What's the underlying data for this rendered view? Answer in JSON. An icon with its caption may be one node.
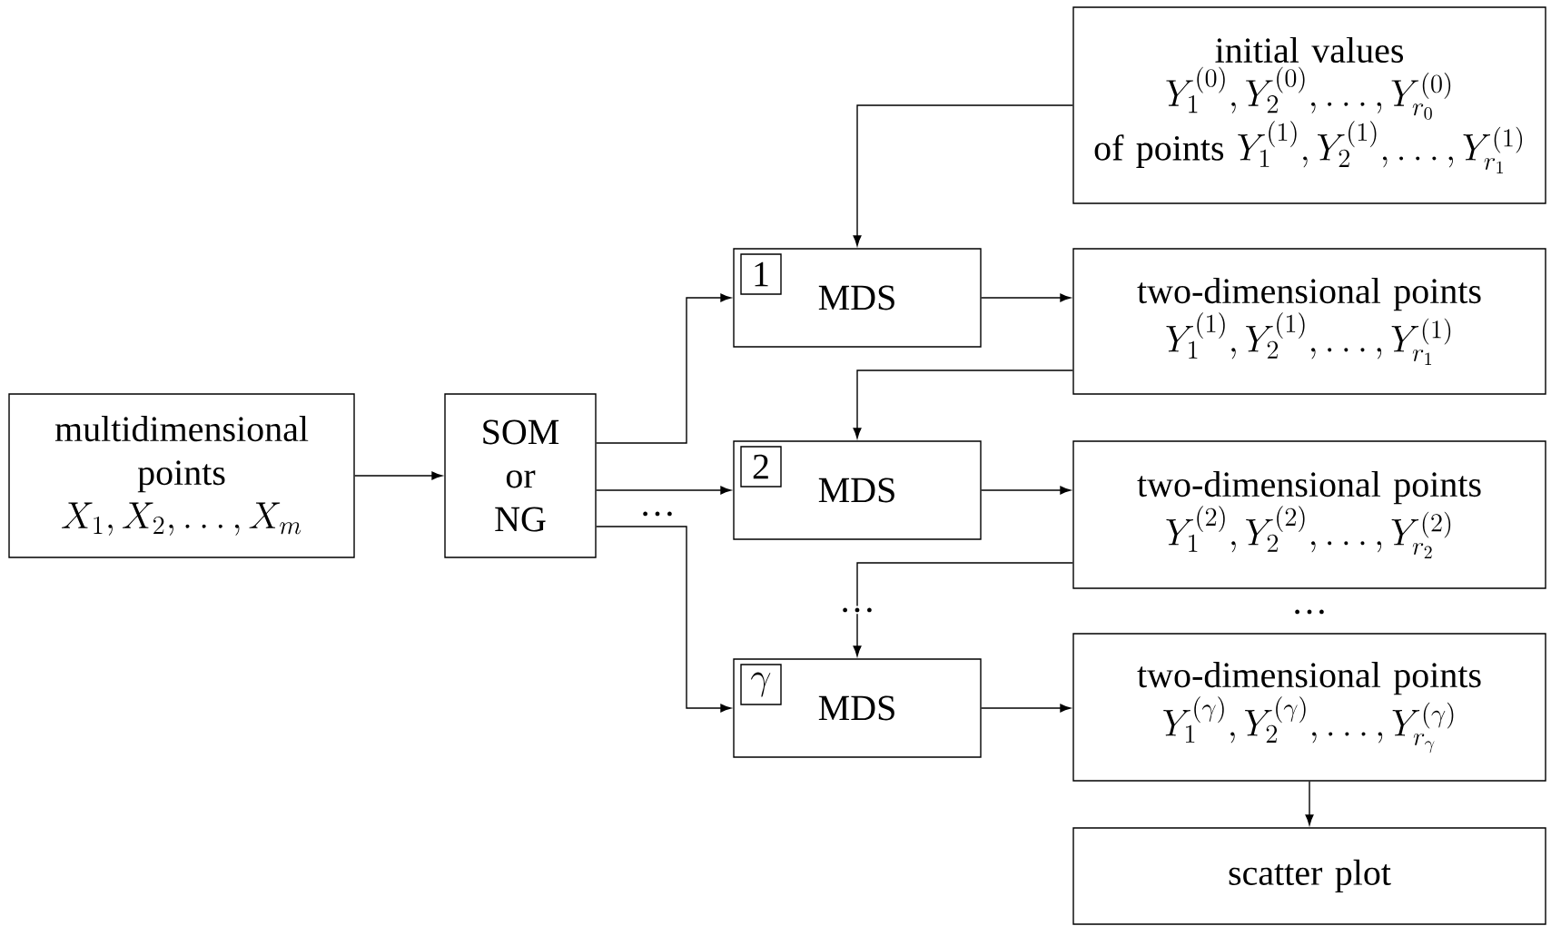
{
  "diagram": {
    "nodes": [
      {
        "text": [
          "multidimensional points",
          "X_1,X_2,\\ldots,X_m"
        ]
      },
      {
        "text": [
          "SOM or NG"
        ]
      },
      {
        "text": [
          "initial values",
          "Y_1^{(0)},Y_2^{(0)},\\ldots,Y_{r_0}^{(0)}",
          "of points",
          "Y_1^{(1)},Y_2^{(1)},\\ldots,Y_{r_1}^{(1)}"
        ]
      },
      {
        "text": [
          "MDS"
        ]
      },
      {
        "text": [
          "1"
        ],
        "in": 3
      },
      {
        "text": [
          "two-dimensional points",
          "Y_1^{(1)},Y_2^{(1)},\\ldots,Y_{r_1}^{(1)}"
        ]
      },
      {
        "text": [
          "MDS"
        ]
      },
      {
        "text": [
          "2"
        ],
        "in": 6
      },
      {
        "text": [
          "two-dimensional points",
          "Y_1^{(2)},Y_2^{(2)},\\ldots,Y_{r_2}^{(2)}"
        ]
      },
      {
        "text": [
          "MDS"
        ]
      },
      {
        "text": [
          "\\gamma"
        ],
        "in": 9
      },
      {
        "text": [
          "two-dimensional points",
          "Y_1^{(\\gamma)},Y_2^{(\\gamma)},\\ldots,Y_{r_\\gamma}^{(\\gamma)}"
        ]
      },
      {
        "text": [
          "scatter plot"
        ]
      }
    ],
    "edges": [
      {
        "from": 0,
        "to": 1,
        "arrow": "to"
      },
      {
        "from": 1,
        "to": 3,
        "arrow": "to"
      },
      {
        "from": 1,
        "to": 6,
        "arrow": "to"
      },
      {
        "from": 1,
        "to": 9,
        "arrow": "to"
      },
      {
        "from": 2,
        "to": 3,
        "arrow": "to"
      },
      {
        "from": 3,
        "to": 5,
        "arrow": "to"
      },
      {
        "from": 5,
        "to": 6,
        "arrow": "to"
      },
      {
        "from": 6,
        "to": 8,
        "arrow": "to"
      },
      {
        "from": 8,
        "to": 9,
        "arrow": "to",
        "label": "…"
      },
      {
        "from": 9,
        "to": 11,
        "arrow": "to"
      },
      {
        "from": 11,
        "to": 12,
        "arrow": "to"
      }
    ],
    "labels": [
      "…",
      "…"
    ]
  }
}
